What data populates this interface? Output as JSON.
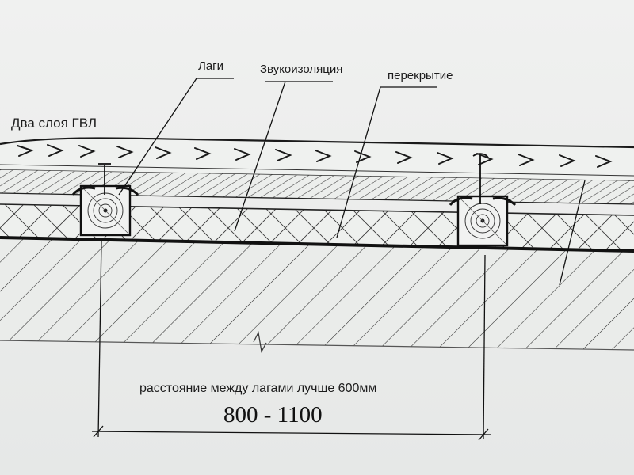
{
  "labels": {
    "two_layers_gvl": "Два слоя ГВЛ",
    "joists": "Лаги",
    "sound_insulation": "Звукоизоляция",
    "floor_slab": "перекрытие",
    "spacing_note": "расстояние между лагами лучше 600мм",
    "dimension": "800 - 1100"
  },
  "colors": {
    "ink": "#1c1c1c",
    "paper": "#eceeed"
  }
}
